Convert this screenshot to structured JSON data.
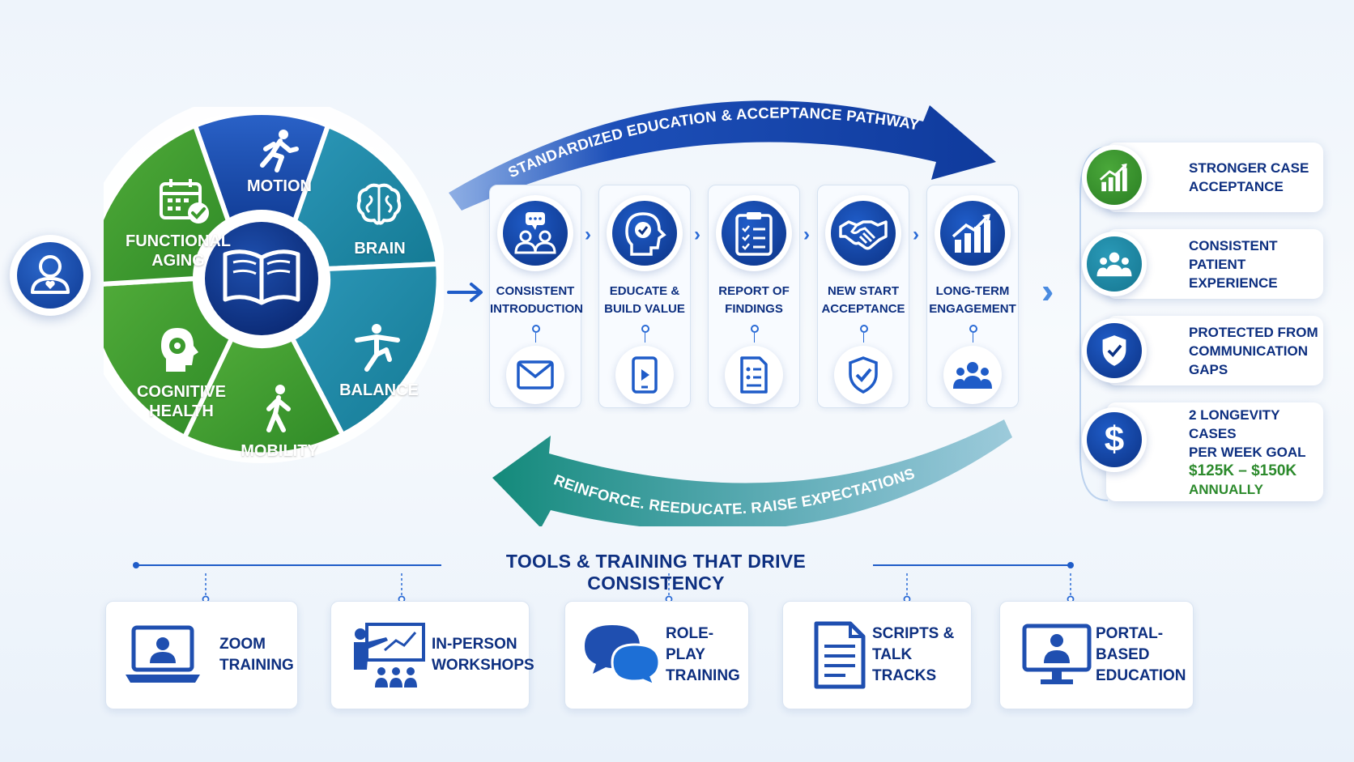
{
  "colors": {
    "navy": "#0d2f80",
    "blue": "#1f5cc8",
    "teal": "#1f8fa8",
    "green": "#3c9a2e",
    "outcome_green": "#2c8a2c"
  },
  "patient": {
    "icon": "patient-heart-icon"
  },
  "wheel": {
    "center_icon": "open-book-icon",
    "segments": [
      {
        "label": "MOTION",
        "icon": "running-person-icon"
      },
      {
        "label": "BRAIN",
        "icon": "brain-icon"
      },
      {
        "label": "BALANCE",
        "icon": "balance-pose-icon"
      },
      {
        "label": "MOBILITY",
        "icon": "walking-person-icon"
      },
      {
        "label_line1": "COGNITIVE",
        "label_line2": "HEALTH",
        "icon": "head-gear-icon"
      },
      {
        "label_line1": "FUNCTIONAL",
        "label_line2": "AGING",
        "icon": "calendar-check-icon"
      }
    ]
  },
  "pathway": {
    "top_arrow_label": "STANDARDIZED EDUCATION & ACCEPTANCE PATHWAY",
    "bottom_arrow_label": "REINFORCE. REEDUCATE. RAISE EXPECTATIONS.",
    "steps": [
      {
        "line1": "CONSISTENT",
        "line2": "INTRODUCTION",
        "icon": "people-chat-icon",
        "sub_icon": "envelope-icon"
      },
      {
        "line1": "EDUCATE &",
        "line2": "BUILD VALUE",
        "icon": "head-check-icon",
        "sub_icon": "smartphone-play-icon"
      },
      {
        "line1": "REPORT OF",
        "line2": "FINDINGS",
        "icon": "clipboard-list-icon",
        "sub_icon": "report-document-icon"
      },
      {
        "line1": "NEW START",
        "line2": "ACCEPTANCE",
        "icon": "handshake-icon",
        "sub_icon": "shield-check-icon"
      },
      {
        "line1": "LONG-TERM",
        "line2": "ENGAGEMENT",
        "icon": "growth-chart-icon",
        "sub_icon": "group-icon"
      }
    ]
  },
  "outcomes": [
    {
      "line1": "STRONGER CASE",
      "line2": "ACCEPTANCE",
      "icon": "growth-chart-icon"
    },
    {
      "line1": "CONSISTENT",
      "line2": "PATIENT EXPERIENCE",
      "icon": "group-icon"
    },
    {
      "line1": "PROTECTED FROM",
      "line2": "COMMUNICATION GAPS",
      "icon": "shield-check-icon"
    },
    {
      "line1": "2 LONGEVITY CASES",
      "line2": "PER WEEK GOAL",
      "line3": "$125K – $150K",
      "line4": "ANNUALLY",
      "icon": "dollar-icon"
    }
  ],
  "tools": {
    "title": "TOOLS & TRAINING THAT DRIVE CONSISTENCY",
    "items": [
      {
        "line1": "ZOOM",
        "line2": "TRAINING",
        "icon": "laptop-video-icon"
      },
      {
        "line1": "IN-PERSON",
        "line2": "WORKSHOPS",
        "icon": "presenter-icon"
      },
      {
        "line1": "ROLE-PLAY",
        "line2": "TRAINING",
        "icon": "speech-bubbles-icon"
      },
      {
        "line1": "SCRIPTS &",
        "line2": "TALK TRACKS",
        "icon": "document-icon"
      },
      {
        "line1": "PORTAL-BASED",
        "line2": "EDUCATION",
        "icon": "monitor-person-icon"
      }
    ]
  }
}
